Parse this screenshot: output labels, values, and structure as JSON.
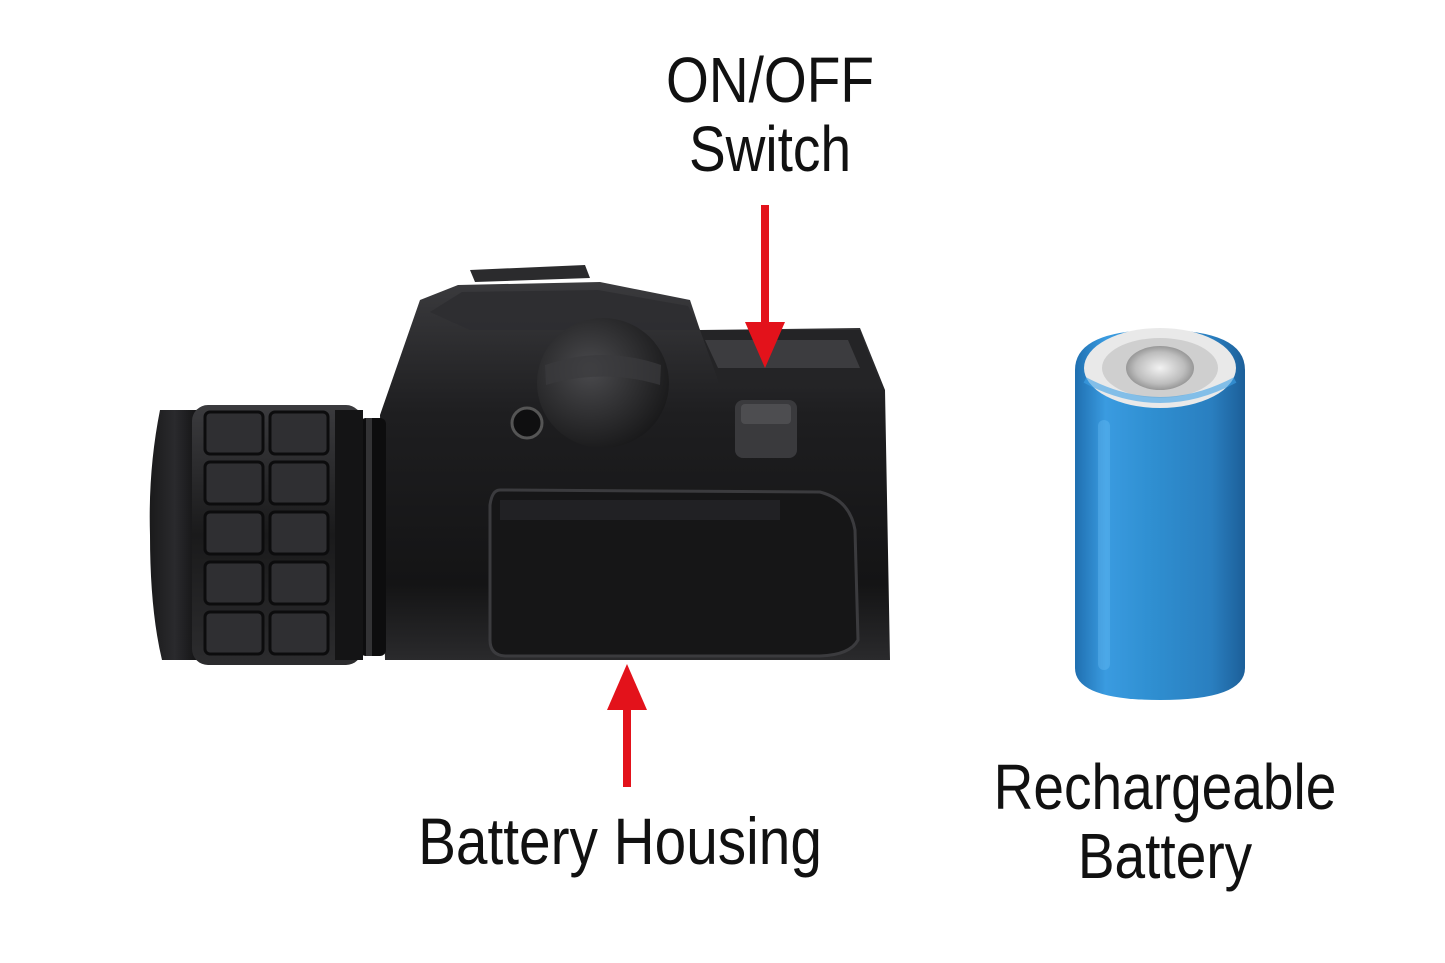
{
  "labels": {
    "switch_line1": "ON/OFF",
    "switch_line2": "Switch",
    "housing": "Battery Housing",
    "battery_line1": "Rechargeable",
    "battery_line2": "Battery"
  },
  "colors": {
    "background": "#ffffff",
    "arrow": "#e3121b",
    "flashlight_body": "#1c1c1e",
    "battery_wrap": "#2f8fd1",
    "text": "#111111"
  },
  "icons": {
    "switch_arrow": "arrow-down",
    "housing_arrow": "arrow-up"
  }
}
